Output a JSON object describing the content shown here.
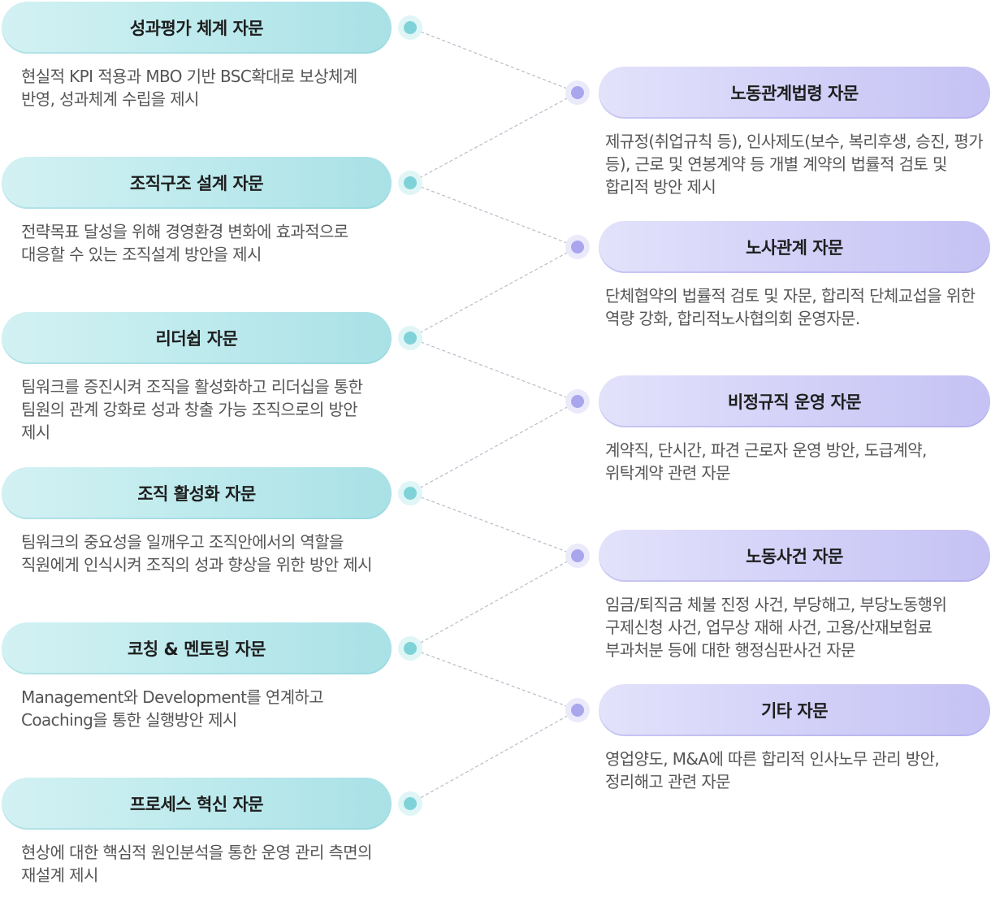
{
  "left_items": [
    {
      "title": "성과평가 체계 자문",
      "desc": "현실적 KPI 적용과 MBO 기반 BSC확대로 보상체계 반영, 성과체계 수립을 제시"
    },
    {
      "title": "조직구조 설계 자문",
      "desc": "전략목표 달성을 위해 경영환경 변화에 효과적으로 대응할 수 있는 조직설계 방안을 제시"
    },
    {
      "title": "리더쉽 자문",
      "desc": "팀워크를 증진시켜 조직을 활성화하고 리더십을 통한 팀원의 관계 강화로 성과 창출 가능 조직으로의 방안 제시"
    },
    {
      "title": "조직 활성화 자문",
      "desc": "팀워크의 중요성을 일깨우고 조직안에서의 역할을 직원에게 인식시켜 조직의 성과 향상을 위한 방안 제시"
    },
    {
      "title": "코칭 & 멘토링 자문",
      "desc": "Management와 Development를 연계하고 Coaching을 통한 실행방안 제시"
    },
    {
      "title": "프로세스 혁신 자문",
      "desc": "현상에 대한 핵심적 원인분석을 통한 운영 관리 측면의 재설계 제시"
    }
  ],
  "right_items": [
    {
      "title": "노동관계법령 자문",
      "desc": "제규정(취업규칙 등), 인사제도(보수, 복리후생, 승진, 평가 등), 근로 및 연봉계약 등 개별 계약의 법률적 검토 및 합리적 방안 제시"
    },
    {
      "title": "노사관계 자문",
      "desc": "단체협약의 법률적 검토 및 자문, 합리적 단체교섭을 위한 역량 강화, 합리적노사협의회 운영자문."
    },
    {
      "title": "비정규직 운영 자문",
      "desc": "계약직, 단시간, 파견 근로자 운영 방안, 도급계약, 위탁계약 관련 자문"
    },
    {
      "title": "노동사건 자문",
      "desc": "임금/퇴직금 체불 진정 사건, 부당해고, 부당노동행위 구제신청 사건, 업무상 재해 사건, 고용/산재보험료 부과처분 등에 대한 행정심판사건 자문"
    },
    {
      "title": "기타 자문",
      "desc": "영업양도, M&A에 따른 합리적 인사노무 관리 방안, 정리해고 관련 자문"
    }
  ],
  "colors": {
    "left_pill": "#b7e6ea",
    "right_pill": "#d1cff7",
    "left_dot": "#7fd3d8",
    "right_dot": "#a9a6ee",
    "connector": "#b8bcc6"
  }
}
